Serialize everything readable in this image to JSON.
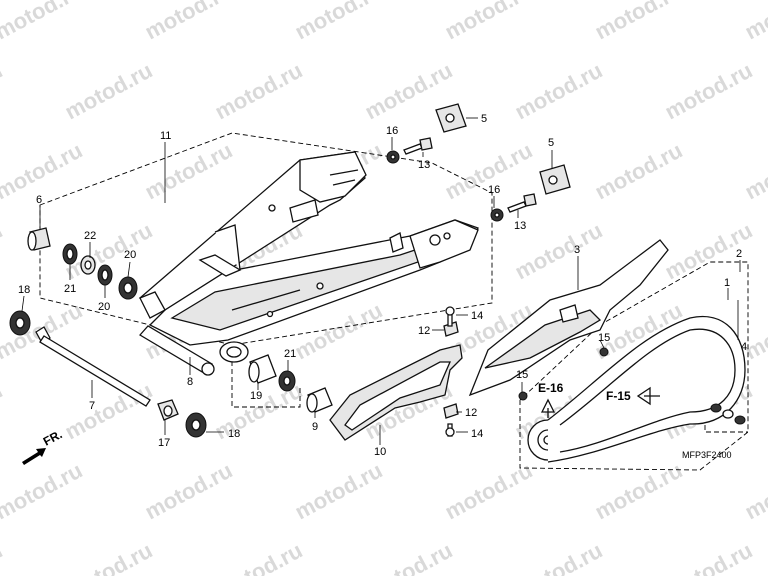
{
  "watermark": "motod.ru",
  "diagram_code": "MFP3F2400",
  "front_label": "FR.",
  "refs": {
    "e16": "E-16",
    "f15": "F-15"
  },
  "callouts": {
    "p1": "1",
    "p2": "2",
    "p3": "3",
    "p4": "4",
    "p5a": "5",
    "p5b": "5",
    "p6": "6",
    "p7": "7",
    "p8": "8",
    "p9": "9",
    "p10": "10",
    "p11": "11",
    "p12a": "12",
    "p12b": "12",
    "p13a": "13",
    "p13b": "13",
    "p14a": "14",
    "p14b": "14",
    "p15a": "15",
    "p15b": "15",
    "p16a": "16",
    "p16b": "16",
    "p17": "17",
    "p18a": "18",
    "p18b": "18",
    "p19": "19",
    "p20a": "20",
    "p20b": "20",
    "p21a": "21",
    "p21b": "21",
    "p22": "22"
  }
}
